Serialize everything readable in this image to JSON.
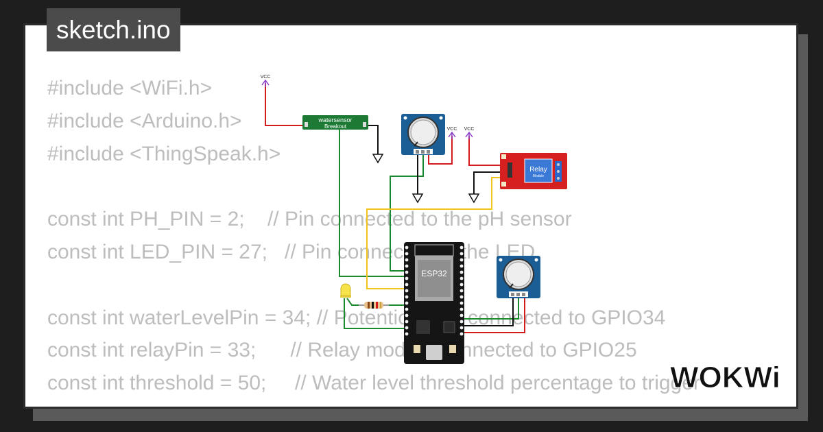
{
  "file_tab": "sketch.ino",
  "code_lines": [
    "#include <WiFi.h>",
    "#include <Arduino.h>",
    "#include <ThingSpeak.h>",
    "",
    "const int PH_PIN = 2;    // Pin connected to the pH sensor",
    "const int LED_PIN = 27;   // Pin connected to the LED",
    "",
    "const int waterLevelPin = 34; // Potentiometer connected to GPIO34",
    "const int relayPin = 33;      // Relay module connected to GPIO25",
    "const int threshold = 50;     // Water level threshold percentage to trigger"
  ],
  "diagram": {
    "vcc_label": "VCC",
    "water_sensor": {
      "line1": "watersensor",
      "line2": "Breakout"
    },
    "relay": {
      "title": "Relay",
      "subtitle": "Module"
    },
    "esp32_label": "ESP32",
    "wire_colors": {
      "red": "#d3191c",
      "green": "#1b8a2c",
      "black": "#111111",
      "yellow": "#f2c41a",
      "purple": "#8a3fc7"
    }
  },
  "brand": "WOKWi"
}
